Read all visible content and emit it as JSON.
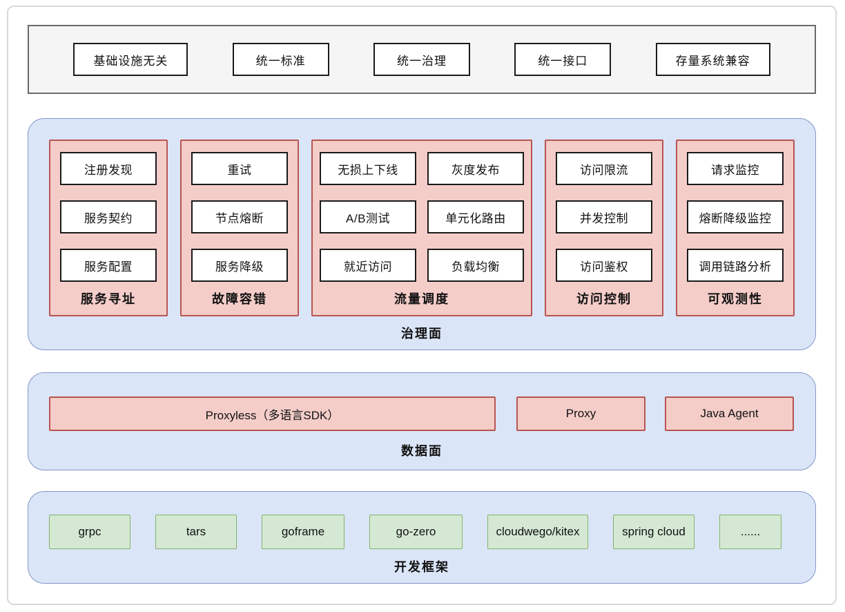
{
  "top_bar": {
    "items": [
      "基础设施无关",
      "统一标准",
      "统一治理",
      "统一接口",
      "存量系统兼容"
    ]
  },
  "governance_plane": {
    "label": "治理面",
    "columns": [
      {
        "label": "服务寻址",
        "items": [
          "注册发现",
          "服务契约",
          "服务配置"
        ]
      },
      {
        "label": "故障容错",
        "items": [
          "重试",
          "节点熔断",
          "服务降级"
        ]
      },
      {
        "label": "流量调度",
        "items": [
          "无损上下线",
          "灰度发布",
          "A/B测试",
          "单元化路由",
          "就近访问",
          "负载均衡"
        ]
      },
      {
        "label": "访问控制",
        "items": [
          "访问限流",
          "并发控制",
          "访问鉴权"
        ]
      },
      {
        "label": "可观测性",
        "items": [
          "请求监控",
          "熔断降级监控",
          "调用链路分析"
        ]
      }
    ]
  },
  "data_plane": {
    "label": "数据面",
    "items": [
      "Proxyless（多语言SDK）",
      "Proxy",
      "Java Agent"
    ]
  },
  "framework_layer": {
    "label": "开发框架",
    "items": [
      "grpc",
      "tars",
      "goframe",
      "go-zero",
      "cloudwego/kitex",
      "spring cloud",
      "......"
    ]
  },
  "colors": {
    "plane_fill": "#dbe5f8",
    "plane_border": "#8096c8",
    "pillar_fill": "#f4cdc9",
    "pillar_border": "#b85450",
    "green_fill": "#d5e8d4",
    "green_border": "#82b366",
    "bar_fill": "#f5f5f5",
    "bar_border": "#696969"
  }
}
